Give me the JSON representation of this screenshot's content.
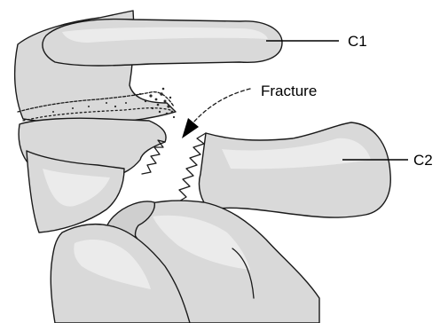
{
  "labels": {
    "c1": "C1",
    "fracture": "Fracture",
    "c2": "C2"
  }
}
